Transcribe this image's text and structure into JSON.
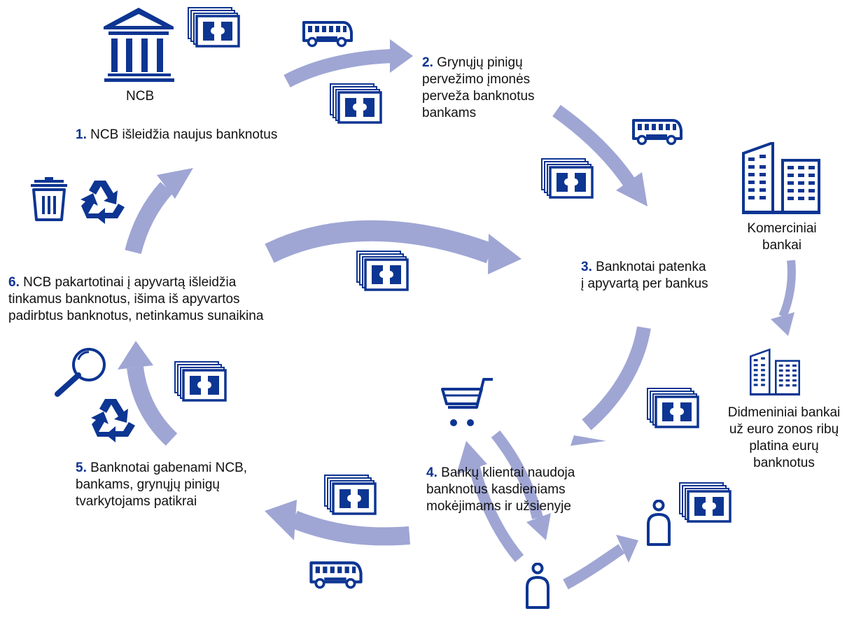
{
  "colors": {
    "icon": "#0d3592",
    "arrow": "#9fa6d4",
    "step_number": "#0c3290",
    "text": "#111111"
  },
  "icons": {
    "ncb": "bank-building-icon",
    "commercial_banks": "office-buildings-icon",
    "wholesale_banks": "office-buildings-icon",
    "transport": "van-icon",
    "banknotes": "banknote-stack-icon",
    "shop": "shopping-cart-icon",
    "client": "person-icon",
    "destroy": "trash-bin-icon",
    "recycle": "recycle-icon",
    "check": "magnifier-icon"
  },
  "actors": {
    "ncb": "NCB",
    "commercial_banks": [
      "Komerciniai",
      "bankai"
    ],
    "wholesale_banks": [
      "Didmeniniai bankai",
      "už euro zonos ribų",
      "platina eurų",
      "banknotus"
    ]
  },
  "steps": [
    {
      "num": "1.",
      "lines": [
        "NCB išleidžia naujus banknotus"
      ]
    },
    {
      "num": "2.",
      "lines": [
        "Grynųjų pinigų",
        "pervežimo įmonės",
        "perveža banknotus",
        "bankams"
      ]
    },
    {
      "num": "3.",
      "lines": [
        "Banknotai patenka",
        "į apyvartą per bankus"
      ]
    },
    {
      "num": "4.",
      "lines": [
        "Bankų klientai naudoja",
        "banknotus kasdieniams",
        "mokėjimams ir užsienyje"
      ]
    },
    {
      "num": "5.",
      "lines": [
        "Banknotai gabenami NCB,",
        "bankams, grynųjų pinigų",
        "tvarkytojams patikrai"
      ]
    },
    {
      "num": "6.",
      "lines": [
        "NCB pakartotinai į apyvartą išleidžia",
        "tinkamus banknotus, išima iš apyvartos",
        "padirbtus banknotus, netinkamus sunaikina"
      ]
    }
  ]
}
